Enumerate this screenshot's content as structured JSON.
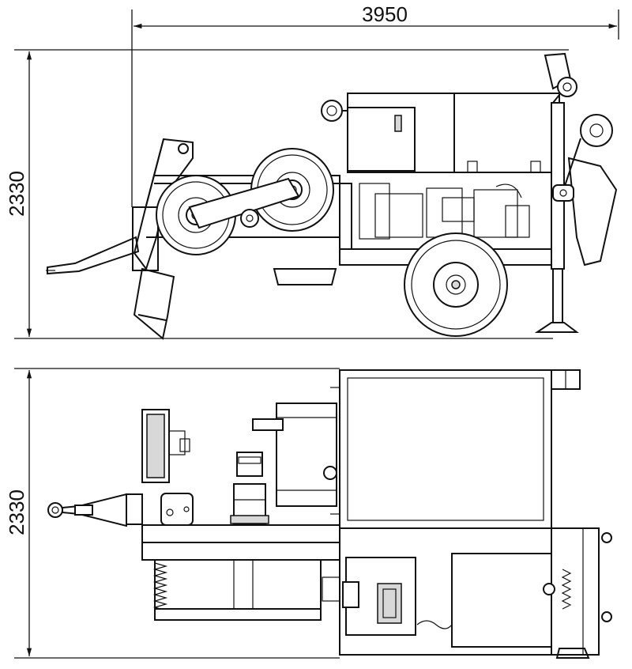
{
  "dimensions": {
    "overall_length": "3950",
    "height_side_view": "2330",
    "width_top_view": "2330"
  }
}
